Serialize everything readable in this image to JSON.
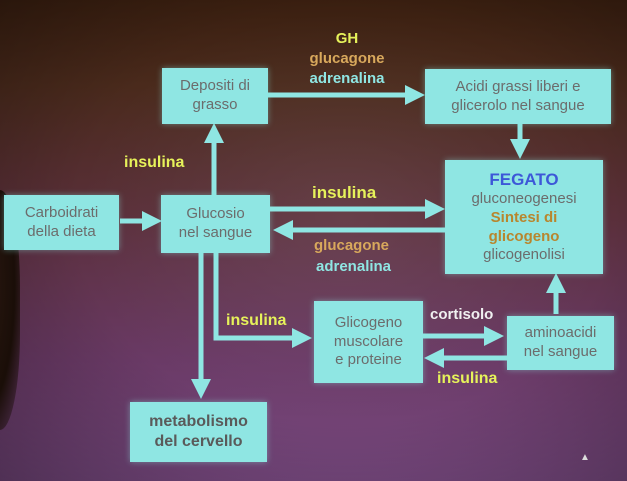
{
  "nodes": {
    "depositi": [
      "Depositi di",
      "grasso"
    ],
    "acidi": [
      "Acidi grassi liberi e",
      "glicerolo nel sangue"
    ],
    "carboidrati": [
      "Carboidrati",
      "della dieta"
    ],
    "glucosio": [
      "Glucosio",
      "nel sangue"
    ],
    "fegato": {
      "title": "FEGATO",
      "line1": "gluconeogenesi",
      "line2": "Sintesi di",
      "line3": "glicogeno",
      "line4": "glicogenolisi"
    },
    "glicogeno": [
      "Glicogeno",
      "muscolare",
      "e proteine"
    ],
    "aminoacidi": [
      "aminoacidi",
      "nel sangue"
    ],
    "metabolismo": [
      "metabolismo",
      "del cervello"
    ]
  },
  "labels": {
    "gh": "GH",
    "glucagone_top": "glucagone",
    "adrenalina_top": "adrenalina",
    "insulina_left": "insulina",
    "insulina_to_fegato": "insulina",
    "glucagone_mid": "glucagone",
    "adrenalina_mid": "adrenalina",
    "insulina_to_muscle": "insulina",
    "cortisolo": "cortisolo",
    "insulina_bottom": "insulina"
  },
  "colors": {
    "box": "#8fe6e3",
    "box_text": "#6c6c6c",
    "yellow_label": "#e6f25a",
    "orange_label": "#d8a85c",
    "cyan_label": "#8fe6e3",
    "arrow": "#8fe6e3",
    "fegato_title": "#3d58d8",
    "fegato_highlight": "#b8862e"
  }
}
